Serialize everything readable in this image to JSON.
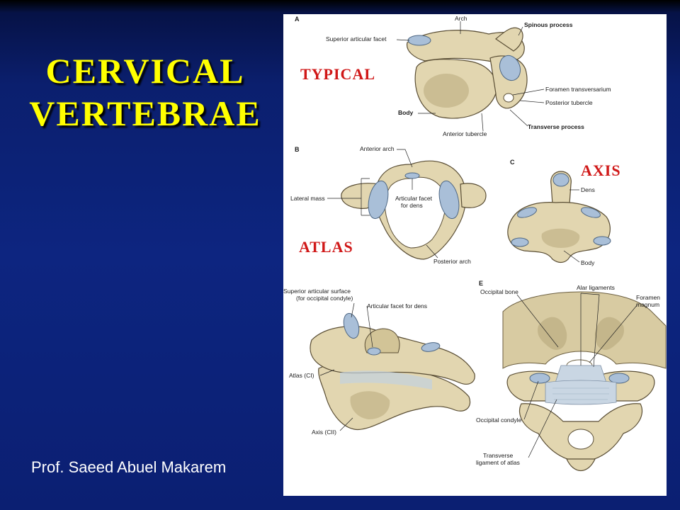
{
  "slide": {
    "title_line1": "CERVICAL",
    "title_line2": "VERTEBRAE",
    "author": "Prof. Saeed Abuel Makarem",
    "colors": {
      "title": "#ffff00",
      "background": "#0d2580",
      "annotation": "#d01818"
    }
  },
  "figure": {
    "panels": {
      "a": "A",
      "b": "B",
      "c": "C",
      "e": "E"
    },
    "annotations": {
      "typical": "TYPICAL",
      "axis": "AXIS",
      "atlas": "ATLAS"
    },
    "labels_a": {
      "arch": "Arch",
      "spinous_process": "Spinous process",
      "superior_articular_facet": "Superior articular facet",
      "foramen_transversarium": "Foramen transversarium",
      "posterior_tubercle": "Posterior tubercle",
      "body": "Body",
      "transverse_process": "Transverse process",
      "anterior_tubercle": "Anterior tubercle"
    },
    "labels_b": {
      "anterior_arch": "Anterior arch",
      "lateral_mass": "Lateral mass",
      "articular_facet_line1": "Articular facet",
      "articular_facet_line2": "for dens",
      "posterior_arch": "Posterior arch"
    },
    "labels_c": {
      "dens": "Dens",
      "body": "Body"
    },
    "labels_d": {
      "superior_articular_surface_line1": "Superior articular surface",
      "superior_articular_surface_line2": "(for occipital condyle)",
      "articular_facet_for_dens": "Articular facet for dens",
      "atlas": "Atlas (CI)",
      "axis": "Axis (CII)"
    },
    "labels_e": {
      "occipital_bone": "Occipital bone",
      "alar_ligaments": "Alar ligaments",
      "foramen_magnum_line1": "Foramen",
      "foramen_magnum_line2": "magnum",
      "occipital_condyle": "Occipital condyle",
      "transverse_ligament_line1": "Transverse",
      "transverse_ligament_line2": "ligament of atlas"
    }
  }
}
